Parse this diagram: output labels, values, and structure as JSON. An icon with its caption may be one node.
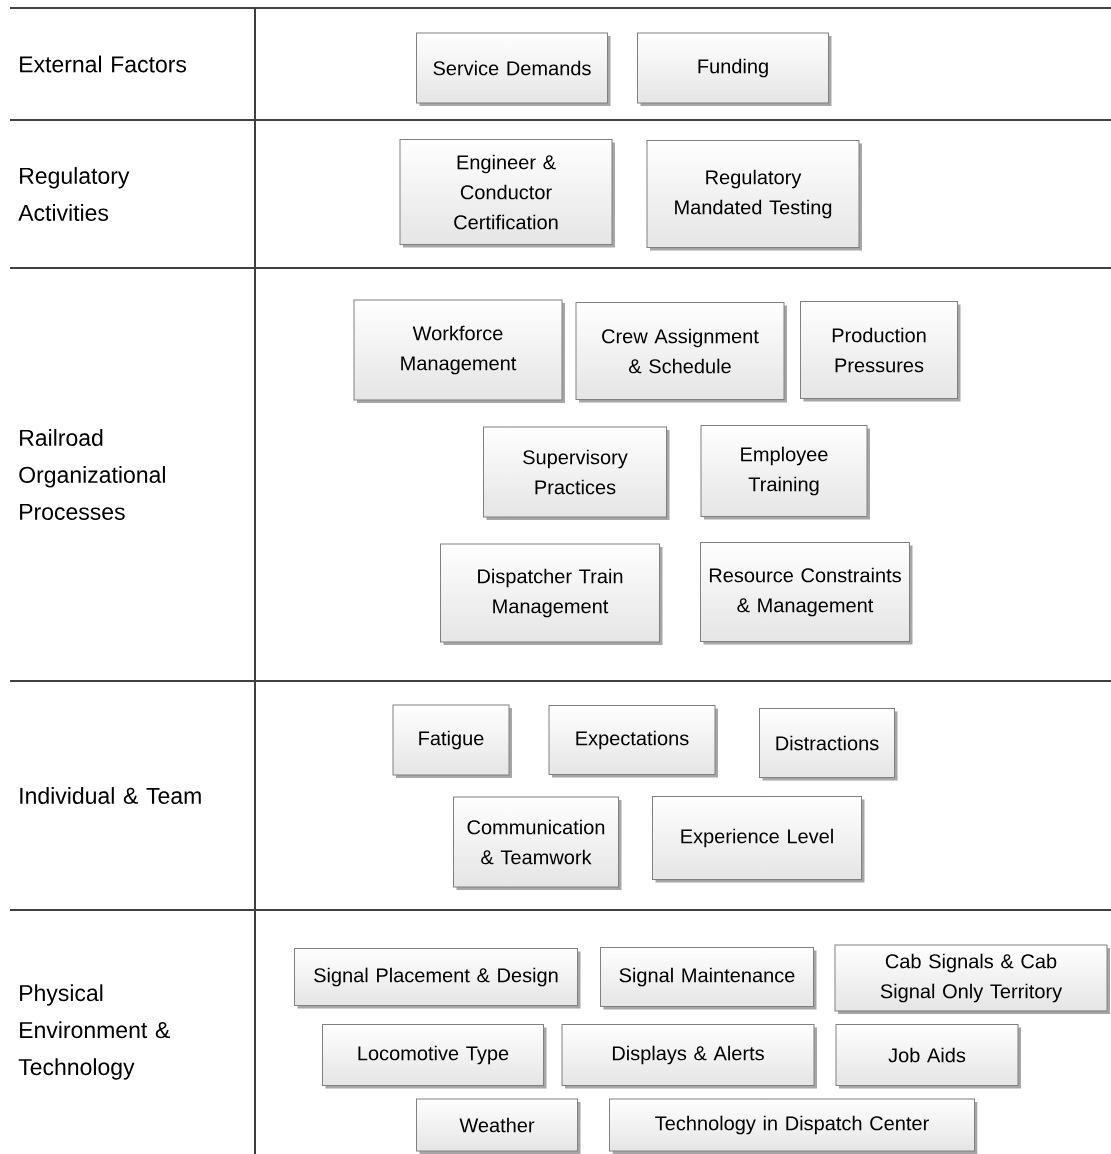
{
  "diagram": {
    "nodes": [
      {
        "text": [
          "External Factors"
        ]
      },
      {
        "text": [
          "Service Demands"
        ],
        "in": 0
      },
      {
        "text": [
          "Funding"
        ],
        "in": 0
      },
      {
        "text": [
          "Regulatory Activities"
        ]
      },
      {
        "text": [
          "Engineer & Conductor Certification"
        ],
        "in": 3
      },
      {
        "text": [
          "Regulatory Mandated Testing"
        ],
        "in": 3
      },
      {
        "text": [
          "Railroad Organizational Processes"
        ]
      },
      {
        "text": [
          "Workforce Management"
        ],
        "in": 6
      },
      {
        "text": [
          "Crew Assignment & Schedule"
        ],
        "in": 6
      },
      {
        "text": [
          "Production Pressures"
        ],
        "in": 6
      },
      {
        "text": [
          "Supervisory Practices"
        ],
        "in": 6
      },
      {
        "text": [
          "Employee Training"
        ],
        "in": 6
      },
      {
        "text": [
          "Dispatcher Train Management"
        ],
        "in": 6
      },
      {
        "text": [
          "Resource Constraints & Management"
        ],
        "in": 6
      },
      {
        "text": [
          "Individual & Team"
        ]
      },
      {
        "text": [
          "Fatigue"
        ],
        "in": 14
      },
      {
        "text": [
          "Expectations"
        ],
        "in": 14
      },
      {
        "text": [
          "Distractions"
        ],
        "in": 14
      },
      {
        "text": [
          "Communication & Teamwork"
        ],
        "in": 14
      },
      {
        "text": [
          "Experience Level"
        ],
        "in": 14
      },
      {
        "text": [
          "Physical Environment & Technology"
        ]
      },
      {
        "text": [
          "Signal Placement & Design"
        ],
        "in": 20
      },
      {
        "text": [
          "Signal Maintenance"
        ],
        "in": 20
      },
      {
        "text": [
          "Cab Signals & Cab Signal Only Territory"
        ],
        "in": 20
      },
      {
        "text": [
          "Locomotive Type"
        ],
        "in": 20
      },
      {
        "text": [
          "Displays & Alerts"
        ],
        "in": 20
      },
      {
        "text": [
          "Job Aids"
        ],
        "in": 20
      },
      {
        "text": [
          "Weather"
        ],
        "in": 20
      },
      {
        "text": [
          "Technology in Dispatch Center"
        ],
        "in": 20
      }
    ]
  }
}
